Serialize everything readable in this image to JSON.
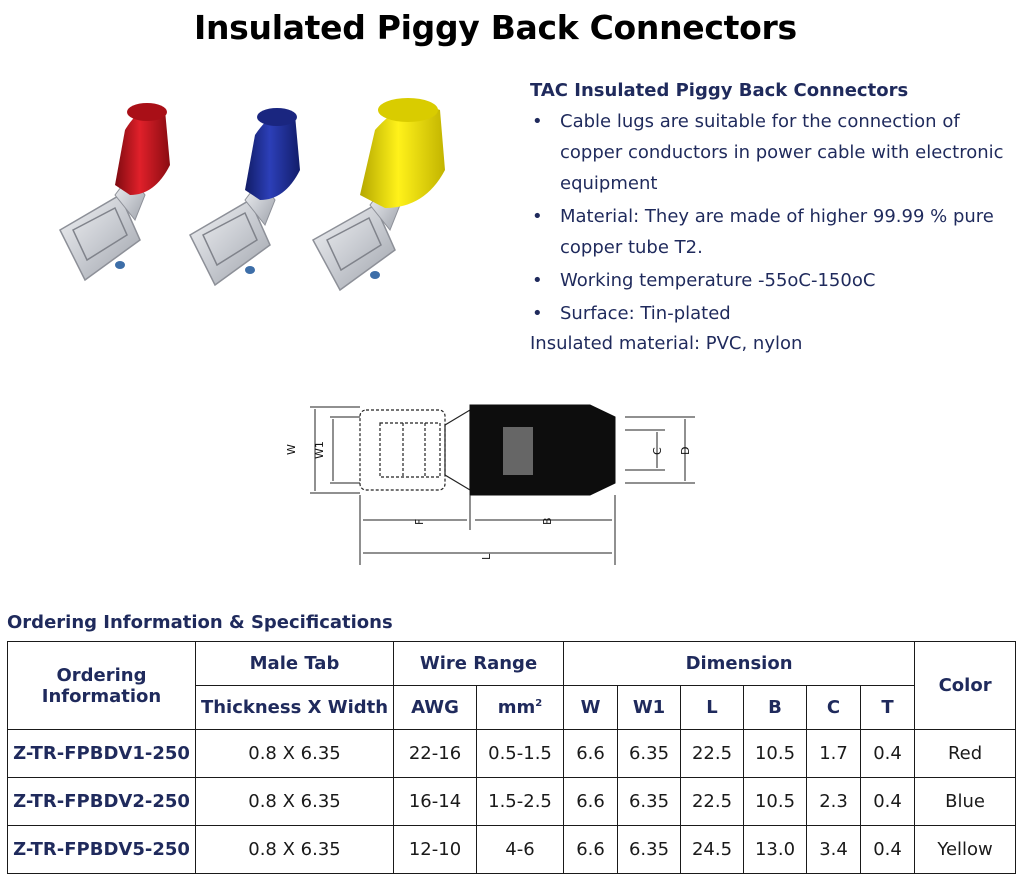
{
  "page": {
    "title": "Insulated Piggy Back Connectors"
  },
  "description": {
    "heading": "TAC Insulated Piggy Back Connectors",
    "bullets": [
      "Cable lugs are suitable for the connection of copper conductors in power cable with electronic equipment",
      "Material: They are made of higher 99.99 % pure copper tube T2.",
      "Working temperature -55oC-150oC",
      "Surface: Tin-plated"
    ],
    "tail": "Insulated material: PVC, nylon"
  },
  "drawing": {
    "labels": {
      "w": "W",
      "w1": "W1",
      "c": "C",
      "d": "D",
      "f": "F",
      "b": "B",
      "l": "L"
    }
  },
  "specs": {
    "section_title": "Ordering Information & Specifications",
    "headers": {
      "ordering": "Ordering Information",
      "male_tab": "Male Tab",
      "wire_range": "Wire Range",
      "dimension": "Dimension",
      "color": "Color",
      "thickness_width": "Thickness X  Width",
      "awg": "AWG",
      "mm": "mm",
      "mm_sup": "2",
      "w": "W",
      "w1": "W1",
      "l": "L",
      "b": "B",
      "c": "C",
      "t": "T"
    },
    "rows": [
      {
        "part": "Z-TR-FPBDV1-250",
        "tab": "0.8 X 6.35",
        "awg": "22-16",
        "mm2": "0.5-1.5",
        "w": "6.6",
        "w1": "6.35",
        "l": "22.5",
        "b": "10.5",
        "c": "1.7",
        "t": "0.4",
        "color": "Red"
      },
      {
        "part": "Z-TR-FPBDV2-250",
        "tab": "0.8 X 6.35",
        "awg": "16-14",
        "mm2": "1.5-2.5",
        "w": "6.6",
        "w1": "6.35",
        "l": "22.5",
        "b": "10.5",
        "c": "2.3",
        "t": "0.4",
        "color": "Blue"
      },
      {
        "part": "Z-TR-FPBDV5-250",
        "tab": "0.8 X 6.35",
        "awg": "12-10",
        "mm2": "4-6",
        "w": "6.6",
        "w1": "6.35",
        "l": "24.5",
        "b": "13.0",
        "c": "3.4",
        "t": "0.4",
        "color": "Yellow"
      }
    ]
  },
  "colors": {
    "heading_navy": "#1f2a5c",
    "red": "#c8141c",
    "blue": "#1f2f9a",
    "yellow": "#f3e300"
  }
}
